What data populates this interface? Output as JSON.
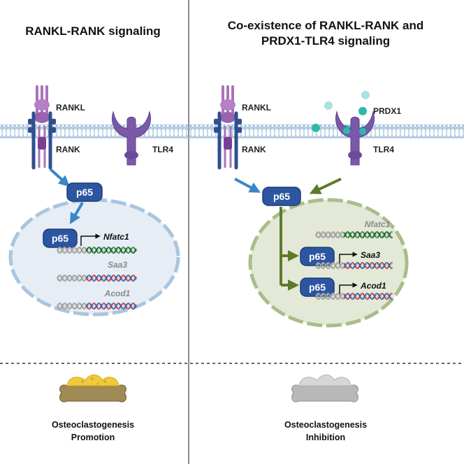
{
  "left_panel": {
    "title": "RANKL-RANK signaling",
    "labels": {
      "rankl": "RANKL",
      "rank": "RANK",
      "tlr4": "TLR4",
      "p65_cytoplasm": "p65",
      "p65_nucleus": "p65"
    },
    "genes": [
      {
        "name": "Nfatc1",
        "active": true
      },
      {
        "name": "Saa3",
        "active": false
      },
      {
        "name": "Acod1",
        "active": false
      }
    ],
    "outcome": {
      "line1": "Osteoclastogenesis",
      "line2": "Promotion"
    }
  },
  "right_panel": {
    "title_line1": "Co-existence of RANKL-RANK and",
    "title_line2": "PRDX1-TLR4 signaling",
    "labels": {
      "rankl": "RANKL",
      "prdx1": "PRDX1",
      "rank": "RANK",
      "tlr4": "TLR4",
      "p65_cytoplasm": "p65",
      "p65_saa3": "p65",
      "p65_acod1": "p65"
    },
    "genes": [
      {
        "name": "Nfatc1",
        "active": false
      },
      {
        "name": "Saa3",
        "active": true
      },
      {
        "name": "Acod1",
        "active": true
      }
    ],
    "outcome": {
      "line1": "Osteoclastogenesis",
      "line2": "Inhibition"
    }
  },
  "colors": {
    "rank_blue": "#2f4f8f",
    "rankl_purple": "#a874b8",
    "tlr4_purple": "#7a5aa8",
    "p65_fill": "#2d56a0",
    "left_arrow": "#3a86c8",
    "right_arrow": "#5d7a2a",
    "left_nucleus": "#e6edf5",
    "right_nucleus": "#e3e9d6",
    "prdx1_teal": "#2bb9ad",
    "dna_green": "#2e8b3a",
    "dna_red": "#cc3b3b",
    "dna_blue": "#3563b0",
    "dna_gray": "#a0a0a0"
  }
}
